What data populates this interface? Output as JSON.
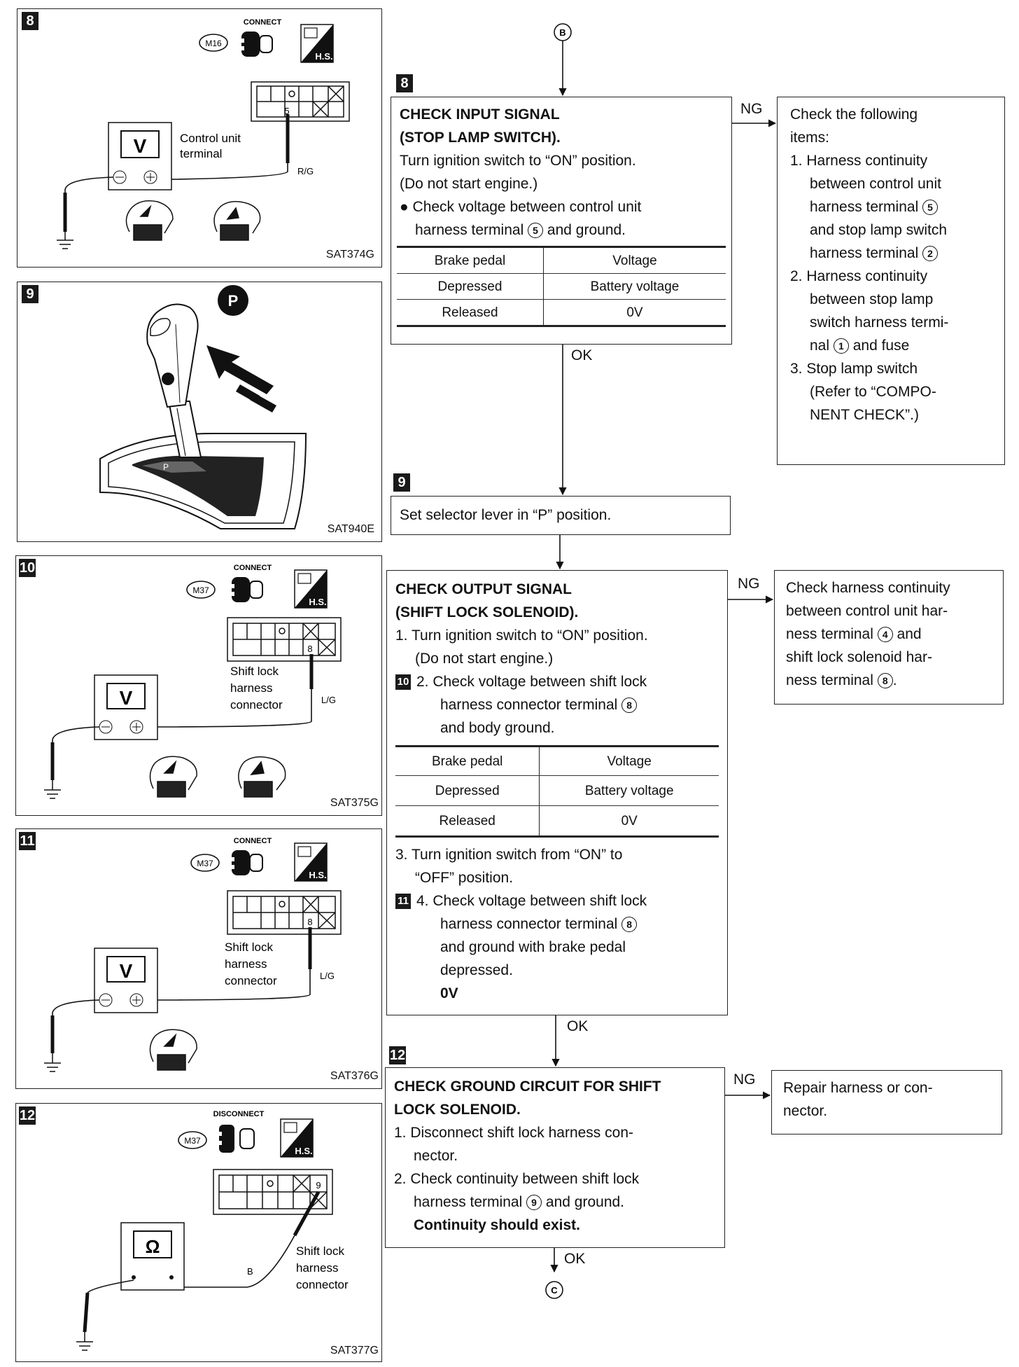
{
  "panels": {
    "p8": {
      "step": "8",
      "connector": "M16",
      "mode": "CONNECT",
      "hs": "H.S.",
      "pin": "5",
      "label1": "Control unit",
      "label2": "terminal",
      "wire": "R/G",
      "meter": "V",
      "code": "SAT374G"
    },
    "p9": {
      "step": "9",
      "badge": "P",
      "code": "SAT940E"
    },
    "p10": {
      "step": "10",
      "connector": "M37",
      "mode": "CONNECT",
      "hs": "H.S.",
      "pin": "8",
      "label1": "Shift lock",
      "label2": "harness",
      "label3": "connector",
      "wire": "L/G",
      "meter": "V",
      "code": "SAT375G"
    },
    "p11": {
      "step": "11",
      "connector": "M37",
      "mode": "CONNECT",
      "hs": "H.S.",
      "pin": "8",
      "label1": "Shift lock",
      "label2": "harness",
      "label3": "connector",
      "wire": "L/G",
      "meter": "V",
      "code": "SAT376G"
    },
    "p12": {
      "step": "12",
      "connector": "M37",
      "mode": "DISCONNECT",
      "hs": "H.S.",
      "pin": "9",
      "label1": "Shift lock",
      "label2": "harness",
      "label3": "connector",
      "wire": "B",
      "meter": "Ω",
      "code": "SAT377G"
    }
  },
  "flow": {
    "entry": "B",
    "exit": "C",
    "step8": {
      "num": "8",
      "title1": "CHECK INPUT SIGNAL",
      "title2": "(STOP LAMP SWITCH).",
      "line1": "Turn ignition switch to “ON” position.",
      "line2": "(Do not start engine.)",
      "bullet_a": "Check voltage between control unit",
      "bullet_b": "harness terminal",
      "bullet_t": "5",
      "bullet_c": "and ground.",
      "table_head": [
        "Brake pedal",
        "Voltage"
      ],
      "rows": [
        [
          "Depressed",
          "Battery voltage"
        ],
        [
          "Released",
          "0V"
        ]
      ],
      "ng": "NG",
      "ok": "OK",
      "ng_box": {
        "lines": [
          "Check the following",
          "items:"
        ],
        "i1a": "1. Harness continuity",
        "i1b": "between control unit",
        "i1c": "harness terminal",
        "i1t": "5",
        "i1d": "and stop lamp switch",
        "i1e": "harness terminal",
        "i1t2": "2",
        "i2a": "2. Harness continuity",
        "i2b": "between stop lamp",
        "i2c": "switch harness termi-",
        "i2d": "nal",
        "i2t": "1",
        "i2e": "and fuse",
        "i3a": "3. Stop lamp switch",
        "i3b": "(Refer to “COMPO-",
        "i3c": "NENT CHECK”.)"
      }
    },
    "step9": {
      "num": "9",
      "text": "Set selector lever in “P” position."
    },
    "step10": {
      "title1": "CHECK OUTPUT SIGNAL",
      "title2": "(SHIFT LOCK SOLENOID).",
      "s1a": "1. Turn ignition switch to “ON” position.",
      "s1b": "(Do not start engine.)",
      "ref10": "10",
      "s2a": "2. Check voltage between shift lock",
      "s2b": "harness connector terminal",
      "s2t": "8",
      "s2c": "and body ground.",
      "table_head": [
        "Brake pedal",
        "Voltage"
      ],
      "rows": [
        [
          "Depressed",
          "Battery voltage"
        ],
        [
          "Released",
          "0V"
        ]
      ],
      "s3a": "3. Turn ignition switch from “ON” to",
      "s3b": "“OFF” position.",
      "ref11": "11",
      "s4a": "4. Check voltage between shift lock",
      "s4b": "harness connector terminal",
      "s4t": "8",
      "s4c": "and ground with brake pedal",
      "s4d": "depressed.",
      "s4e": "0V",
      "ng": "NG",
      "ok": "OK",
      "ng_box": {
        "l1": "Check harness continuity",
        "l2": "between control unit har-",
        "l3a": "ness terminal",
        "l3t": "4",
        "l3b": "and",
        "l4": "shift lock solenoid har-",
        "l5a": "ness terminal",
        "l5t": "8",
        "l5b": "."
      }
    },
    "step12": {
      "num": "12",
      "title1": "CHECK GROUND CIRCUIT FOR SHIFT",
      "title2": "LOCK SOLENOID.",
      "s1a": "1. Disconnect shift lock harness con-",
      "s1b": "nector.",
      "s2a": "2. Check continuity between shift lock",
      "s2b": "harness terminal",
      "s2t": "9",
      "s2c": "and ground.",
      "s2d": "Continuity should exist.",
      "ng": "NG",
      "ok": "OK",
      "ng_box": {
        "l1": "Repair harness or con-",
        "l2": "nector."
      }
    }
  }
}
